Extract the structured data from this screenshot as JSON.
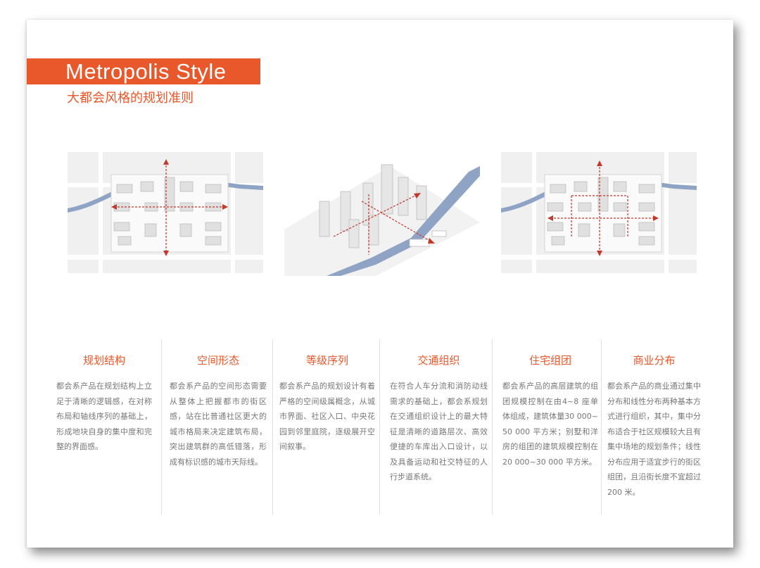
{
  "title": {
    "en": "Metropolis  Style",
    "cn": "大都会风格的规划准则"
  },
  "colors": {
    "accent": "#e8582a",
    "text": "#777777",
    "arrow": "#c0392b",
    "water": "#8fa4c4"
  },
  "columns": [
    {
      "head": "规划结构",
      "body": "都会系产品在规划结构上立足于清晰的逻辑感，在对称布局和轴线序列的基础上，形成地块自身的集中度和完整的界面感。"
    },
    {
      "head": "空间形态",
      "body": "都会系产品的空间形态需要从整体上把握都市的街区感，站在比普通社区更大的城市格局来决定建筑布局，突出建筑群的高低错落，形成有标识感的城市天际线。"
    },
    {
      "head": "等级序列",
      "body": "都会系产品的规划设计有着严格的空间级属概念，从城市界面、社区入口、中央花园到邻里庭院，逐级展开空间叙事。"
    },
    {
      "head": "交通组织",
      "body": "在符合人车分流和消防动线需求的基础上，都会系规划在交通组织设计上的最大特征是清晰的道路层次、高效便捷的车库出入口设计，以及具备运动和社交特征的人行步道系统。"
    },
    {
      "head": "住宅组团",
      "body": "都会系产品的高层建筑的组团规模控制在由4~8 座单体组成，建筑体量30 000~50 000 平方米；别墅和洋房的组团的建筑规模控制在20 000~30 000 平方米。"
    },
    {
      "head": "商业分布",
      "body": "都会系产品的商业通过集中分布和线性分布两种基本方式进行组织，其中，集中分布适合于社区规模较大且有集中场地的规划条件；线性分布应用于适宜步行的街区组团，且沿街长度不宜超过200 米。"
    }
  ]
}
